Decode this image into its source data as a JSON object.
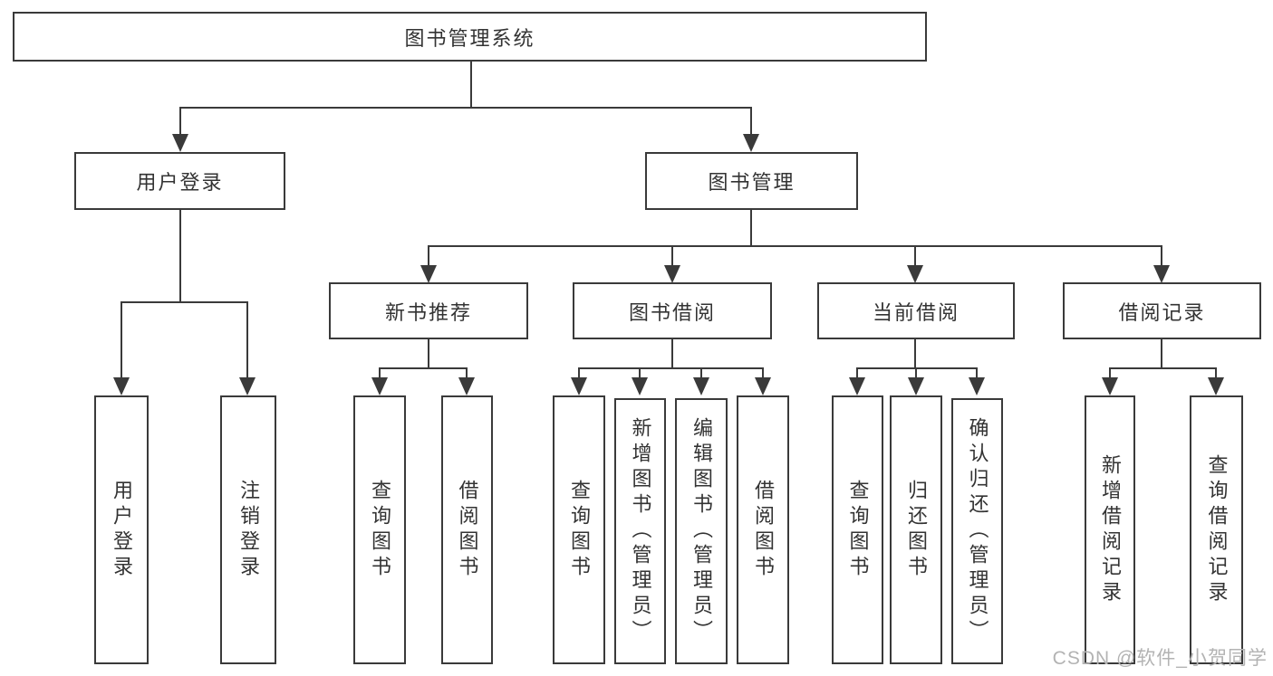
{
  "tree": {
    "root": "图书管理系统",
    "login": {
      "label": "用户登录",
      "leaves": [
        "用户登录",
        "注销登录"
      ]
    },
    "mgmt": {
      "label": "图书管理",
      "groups": [
        {
          "label": "新书推荐",
          "leaves": [
            "查询图书",
            "借阅图书"
          ]
        },
        {
          "label": "图书借阅",
          "leaves": [
            "查询图书",
            "新增图书（管理员）",
            "编辑图书（管理员）",
            "借阅图书"
          ]
        },
        {
          "label": "当前借阅",
          "leaves": [
            "查询图书",
            "归还图书",
            "确认归还（管理员）"
          ]
        },
        {
          "label": "借阅记录",
          "leaves": [
            "新增借阅记录",
            "查询借阅记录"
          ]
        }
      ]
    }
  },
  "watermark": "CSDN @软件_小贺同学",
  "colors": {
    "line": "#3a3a3a",
    "text": "#333333",
    "watermark": "#b3b3b3",
    "background": "#ffffff"
  }
}
